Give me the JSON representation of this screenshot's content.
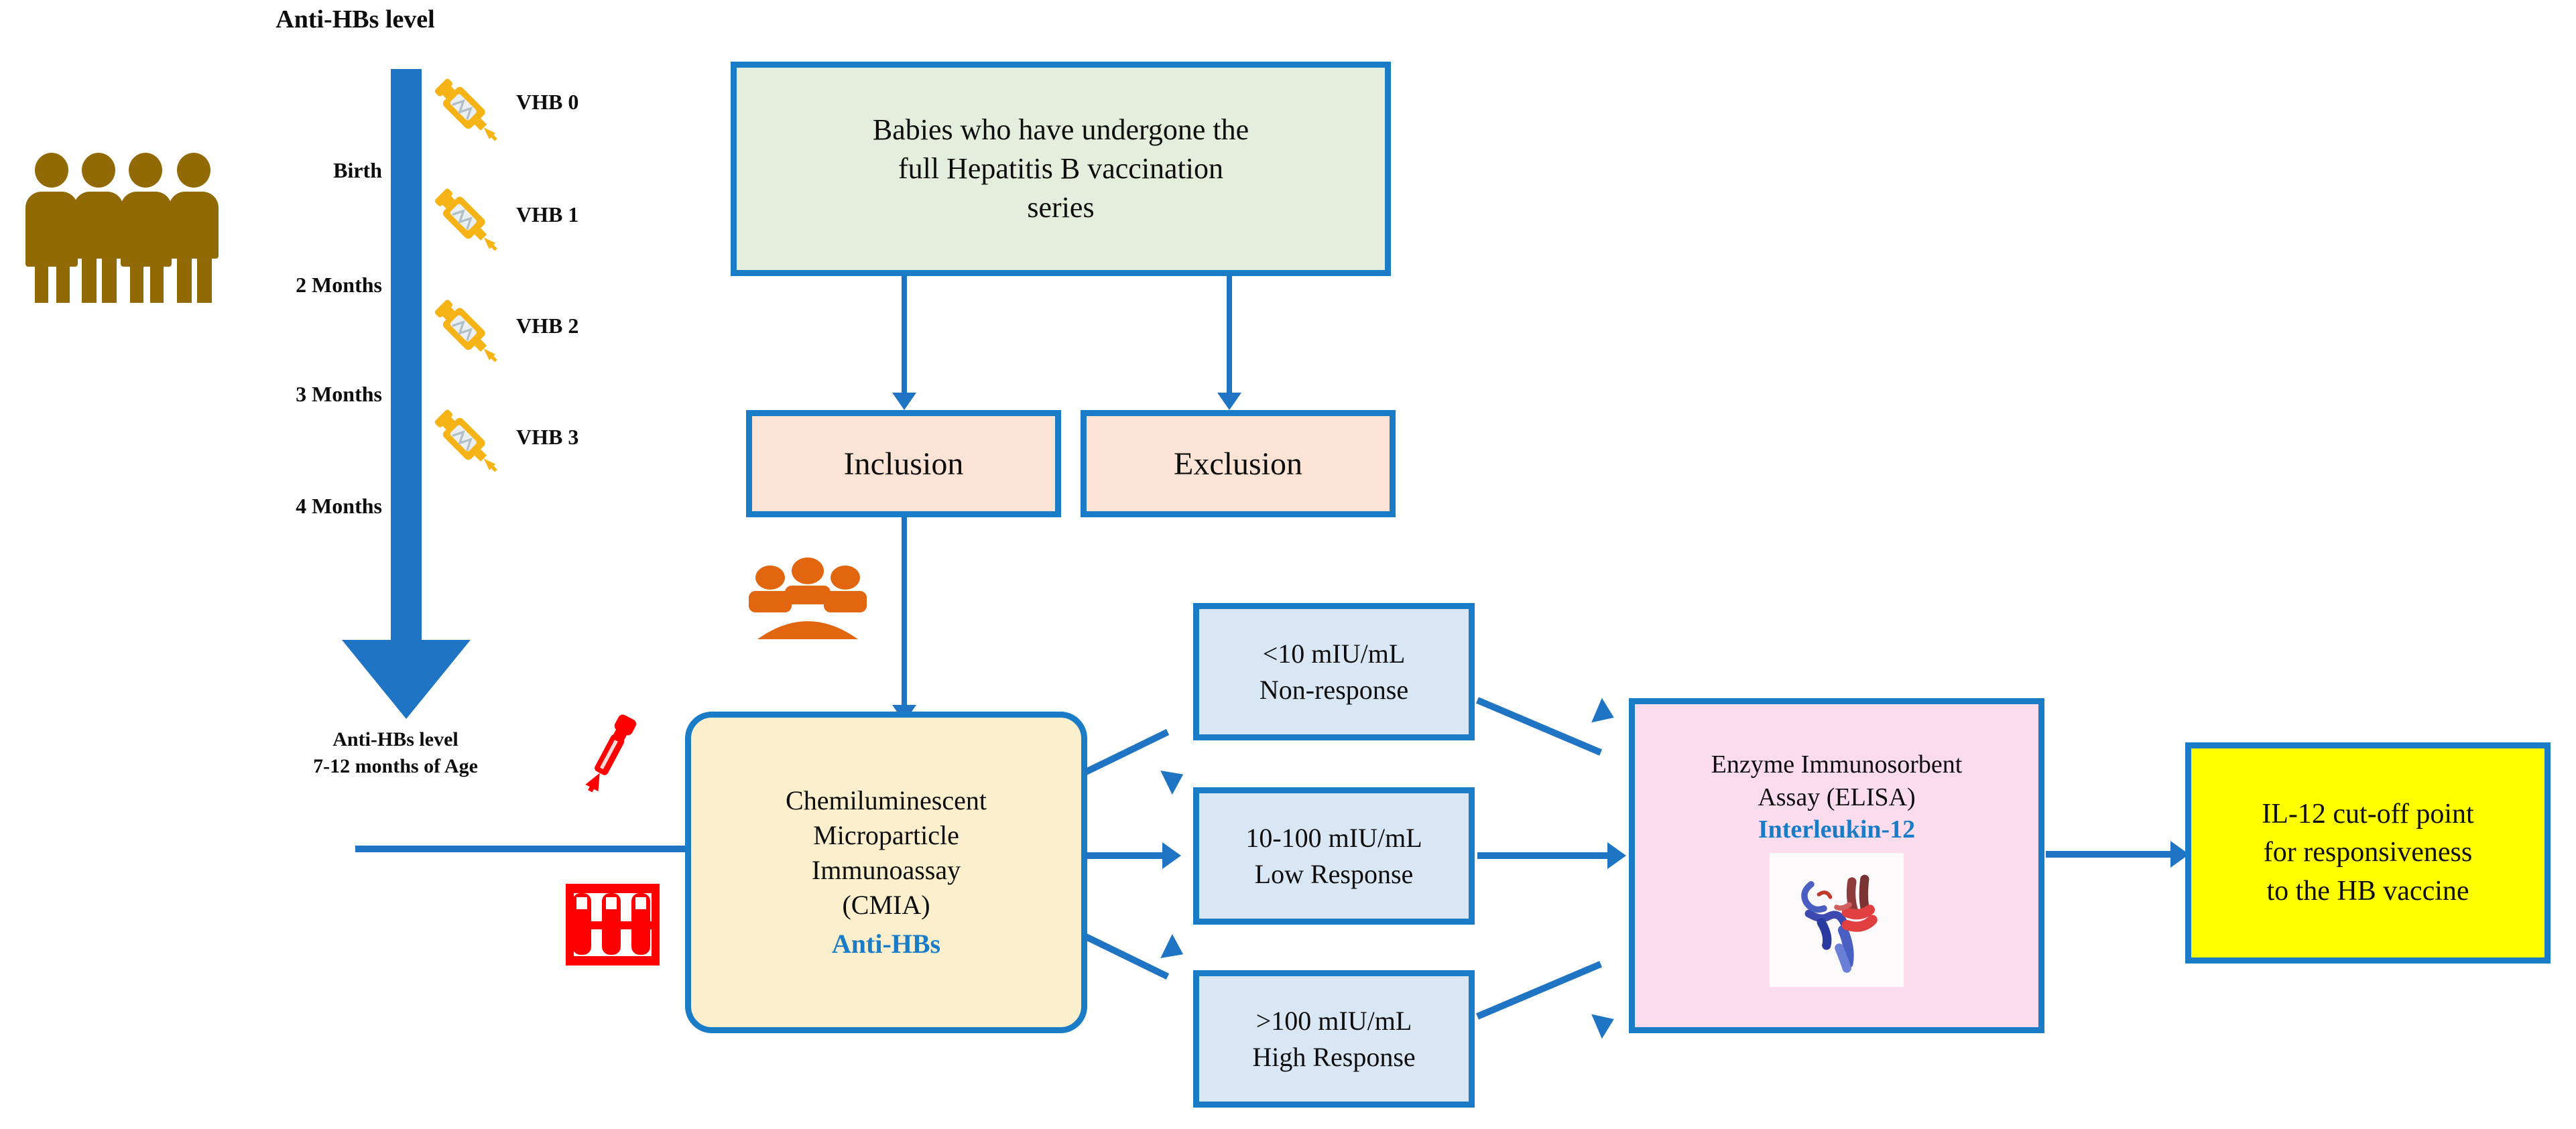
{
  "timeline": {
    "heading": "Anti-HBs level",
    "stages": [
      {
        "time": "Birth",
        "dose": "VHB 0"
      },
      {
        "time": "2 Months",
        "dose": "VHB 1"
      },
      {
        "time": "3 Months",
        "dose": "VHB 2"
      },
      {
        "time": "4 Months",
        "dose": "VHB 3"
      }
    ],
    "footer_line1": "Anti-HBs level",
    "footer_line2": "7-12 months of Age",
    "arrow_color": "#1f74c4",
    "people_icon_color": "#926a05",
    "syringe_color": "#f5b316"
  },
  "flow": {
    "population": "Babies who have undergone the full Hepatitis B vaccination series",
    "population_lines": [
      "Babies who have undergone the",
      "full Hepatitis B vaccination",
      "series"
    ],
    "inclusion": "Inclusion",
    "exclusion": "Exclusion",
    "cmia": {
      "lines": [
        "Chemiluminescent",
        "Microparticle",
        "Immunoassay",
        "(CMIA)"
      ],
      "marker": "Anti-HBs"
    },
    "levels": [
      {
        "value": "<10 mIU/mL",
        "category": "Non-response"
      },
      {
        "value": "10-100 mIU/mL",
        "category": "Low Response"
      },
      {
        "value": ">100 mIU/mL",
        "category": "High Response"
      }
    ],
    "elisa": {
      "lines": [
        "Enzyme Immunosorbent",
        "Assay (ELISA)"
      ],
      "marker": "Interleukin-12"
    },
    "final": {
      "lines": [
        "IL-12 cut-off point",
        "for responsiveness",
        "to the HB vaccine"
      ]
    }
  },
  "colors": {
    "accent_blue": "#1a7cc6",
    "arrow_blue": "#1f74c4",
    "green_fill": "#e3efdc",
    "peach_fill": "#fbe3d5",
    "cream_fill": "#fcefcd",
    "lightblue_fill": "#d9e7f5",
    "pink_fill": "#fbdced",
    "yellow_fill": "#ffff00",
    "red_icon": "#fe0000",
    "orange_icon": "#e2650f",
    "brown_icon": "#926a05"
  }
}
